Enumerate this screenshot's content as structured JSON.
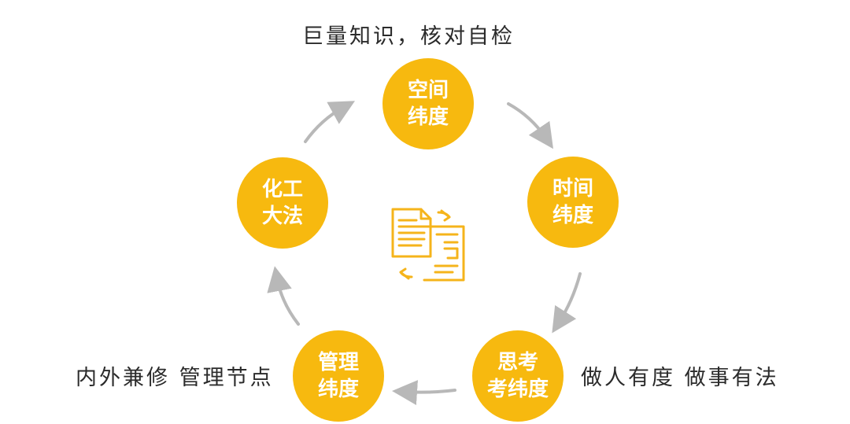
{
  "colors": {
    "node_fill": "#f7b90f",
    "icon": "#f5b41b",
    "arrow": "#b8b8b8",
    "text": "#2b2b2b"
  },
  "captions": {
    "top": "巨量知识，核对自检",
    "left": "内外兼修 管理节点",
    "right": "做人有度 做事有法"
  },
  "nodes": {
    "space": {
      "line1": "空间",
      "line2": "纬度"
    },
    "time": {
      "line1": "时间",
      "line2": "纬度"
    },
    "thinking": {
      "line1": "思考",
      "line2": "考纬度"
    },
    "management": {
      "line1": "管理",
      "line2": "纬度"
    },
    "chemical": {
      "line1": "化工",
      "line2": "大法"
    }
  },
  "center_icon": "document-exchange-icon"
}
